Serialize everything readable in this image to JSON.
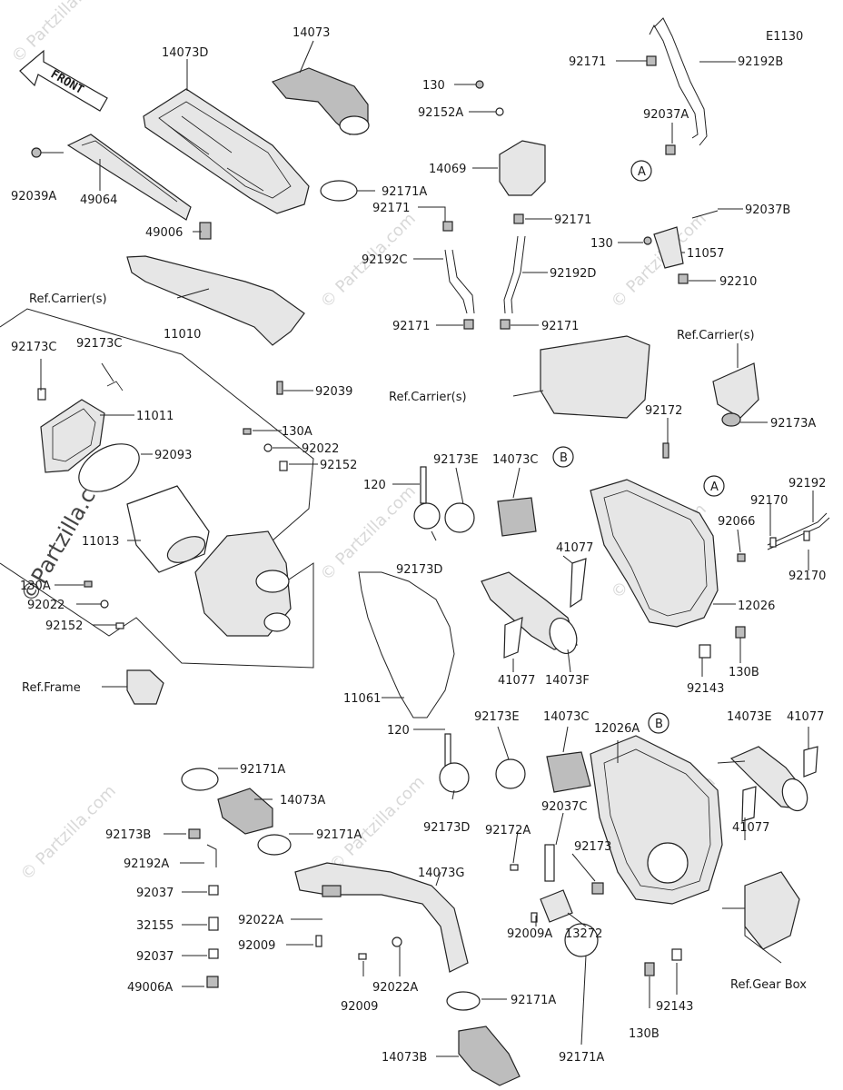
{
  "figure": {
    "code": "E1130",
    "direction_label": "FRONT",
    "watermark_text": "© Partzilla.com",
    "watermark_main": "©Partzilla.com"
  },
  "parts": [
    {
      "id": "14073D",
      "text": "14073D"
    },
    {
      "id": "14073",
      "text": "14073"
    },
    {
      "id": "92039A",
      "text": "92039A"
    },
    {
      "id": "49064",
      "text": "49064"
    },
    {
      "id": "49006",
      "text": "49006"
    },
    {
      "id": "92171A_top",
      "text": "92171A"
    },
    {
      "id": "ref_carrier_1",
      "text": "Ref.Carrier(s)"
    },
    {
      "id": "92039",
      "text": "92039"
    },
    {
      "id": "92173C_a",
      "text": "92173C"
    },
    {
      "id": "92173C_b",
      "text": "92173C"
    },
    {
      "id": "11010",
      "text": "11010"
    },
    {
      "id": "11011",
      "text": "11011"
    },
    {
      "id": "92093",
      "text": "92093"
    },
    {
      "id": "130A_a",
      "text": "130A"
    },
    {
      "id": "92022_a",
      "text": "92022"
    },
    {
      "id": "92152_a",
      "text": "92152"
    },
    {
      "id": "11013",
      "text": "11013"
    },
    {
      "id": "130A_b",
      "text": "130A"
    },
    {
      "id": "92022_b",
      "text": "92022"
    },
    {
      "id": "92152_b",
      "text": "92152"
    },
    {
      "id": "ref_frame",
      "text": "Ref.Frame"
    },
    {
      "id": "92171_top",
      "text": "92171"
    },
    {
      "id": "92192B",
      "text": "92192B"
    },
    {
      "id": "130_top",
      "text": "130"
    },
    {
      "id": "92152A",
      "text": "92152A"
    },
    {
      "id": "92037A",
      "text": "92037A"
    },
    {
      "id": "14069",
      "text": "14069"
    },
    {
      "id": "92037B",
      "text": "92037B"
    },
    {
      "id": "92171_l",
      "text": "92171"
    },
    {
      "id": "92171_r",
      "text": "92171"
    },
    {
      "id": "92192C",
      "text": "92192C"
    },
    {
      "id": "92192D",
      "text": "92192D"
    },
    {
      "id": "130_mid",
      "text": "130"
    },
    {
      "id": "11057",
      "text": "11057"
    },
    {
      "id": "92210",
      "text": "92210"
    },
    {
      "id": "92171_bl",
      "text": "92171"
    },
    {
      "id": "92171_br",
      "text": "92171"
    },
    {
      "id": "ref_carrier_2",
      "text": "Ref.Carrier(s)"
    },
    {
      "id": "ref_carrier_3",
      "text": "Ref.Carrier(s)"
    },
    {
      "id": "92173A",
      "text": "92173A"
    },
    {
      "id": "92172",
      "text": "92172"
    },
    {
      "id": "120_a",
      "text": "120"
    },
    {
      "id": "92173E_a",
      "text": "92173E"
    },
    {
      "id": "14073C_a",
      "text": "14073C"
    },
    {
      "id": "92192",
      "text": "92192"
    },
    {
      "id": "92170_a",
      "text": "92170"
    },
    {
      "id": "92066",
      "text": "92066"
    },
    {
      "id": "92173D_a",
      "text": "92173D"
    },
    {
      "id": "41077_a",
      "text": "41077"
    },
    {
      "id": "92170_b",
      "text": "92170"
    },
    {
      "id": "12026",
      "text": "12026"
    },
    {
      "id": "11061",
      "text": "11061"
    },
    {
      "id": "41077_b",
      "text": "41077"
    },
    {
      "id": "14073F",
      "text": "14073F"
    },
    {
      "id": "92143_a",
      "text": "92143"
    },
    {
      "id": "130B_a",
      "text": "130B"
    },
    {
      "id": "120_b",
      "text": "120"
    },
    {
      "id": "92173E_b",
      "text": "92173E"
    },
    {
      "id": "14073C_b",
      "text": "14073C"
    },
    {
      "id": "12026A",
      "text": "12026A"
    },
    {
      "id": "14073E",
      "text": "14073E"
    },
    {
      "id": "41077_c",
      "text": "41077"
    },
    {
      "id": "92171A_m1",
      "text": "92171A"
    },
    {
      "id": "14073A",
      "text": "14073A"
    },
    {
      "id": "92173B",
      "text": "92173B"
    },
    {
      "id": "92171A_m2",
      "text": "92171A"
    },
    {
      "id": "92192A",
      "text": "92192A"
    },
    {
      "id": "92037_a",
      "text": "92037"
    },
    {
      "id": "32155",
      "text": "32155"
    },
    {
      "id": "92037_b",
      "text": "92037"
    },
    {
      "id": "49006A",
      "text": "49006A"
    },
    {
      "id": "92022A_a",
      "text": "92022A"
    },
    {
      "id": "92009_a",
      "text": "92009"
    },
    {
      "id": "14073G",
      "text": "14073G"
    },
    {
      "id": "92173D_b",
      "text": "92173D"
    },
    {
      "id": "92037C",
      "text": "92037C"
    },
    {
      "id": "92172A",
      "text": "92172A"
    },
    {
      "id": "92173",
      "text": "92173"
    },
    {
      "id": "41077_d",
      "text": "41077"
    },
    {
      "id": "92009A",
      "text": "92009A"
    },
    {
      "id": "13272",
      "text": "13272"
    },
    {
      "id": "ref_gearbox",
      "text": "Ref.Gear Box"
    },
    {
      "id": "92022A_b",
      "text": "92022A"
    },
    {
      "id": "92009_b",
      "text": "92009"
    },
    {
      "id": "92171A_b1",
      "text": "92171A"
    },
    {
      "id": "92143_b",
      "text": "92143"
    },
    {
      "id": "130B_b",
      "text": "130B"
    },
    {
      "id": "14073B",
      "text": "14073B"
    },
    {
      "id": "92171A_b2",
      "text": "92171A"
    }
  ],
  "markers": [
    {
      "id": "A_1",
      "text": "A"
    },
    {
      "id": "B_1",
      "text": "B"
    },
    {
      "id": "A_2",
      "text": "A"
    },
    {
      "id": "B_2",
      "text": "B"
    }
  ]
}
